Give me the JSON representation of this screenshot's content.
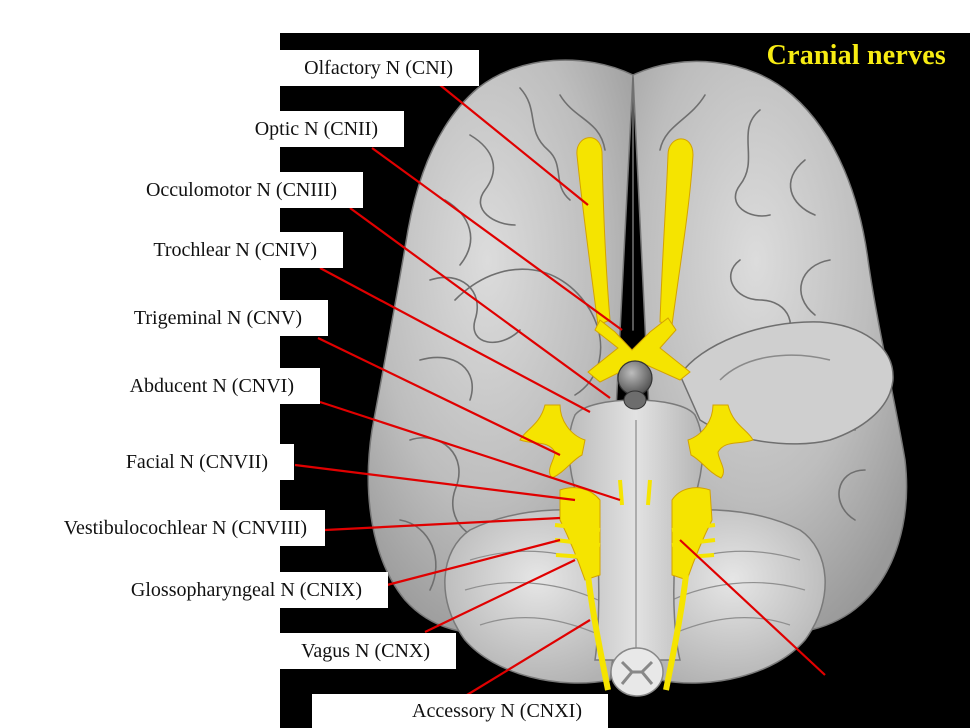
{
  "title": "Cranial nerves",
  "labels": [
    "Olfactory N (CNI)",
    "Optic N (CNII)",
    "Occulomotor N (CNIII)",
    "Trochlear N (CNIV)",
    "Trigeminal N (CNV)",
    "Abducent N (CNVI)",
    "Facial N (CNVII)",
    "Vestibulocochlear N (CNVIII)",
    "Glossopharyngeal N (CNIX)",
    "Vagus N (CNX)",
    "Accessory N (CNXI)"
  ],
  "colors": {
    "background": "#000000",
    "nerve": "#f5e400",
    "pointer": "#e00000",
    "title": "#f7ec13",
    "brain": "#bdbdbd"
  }
}
